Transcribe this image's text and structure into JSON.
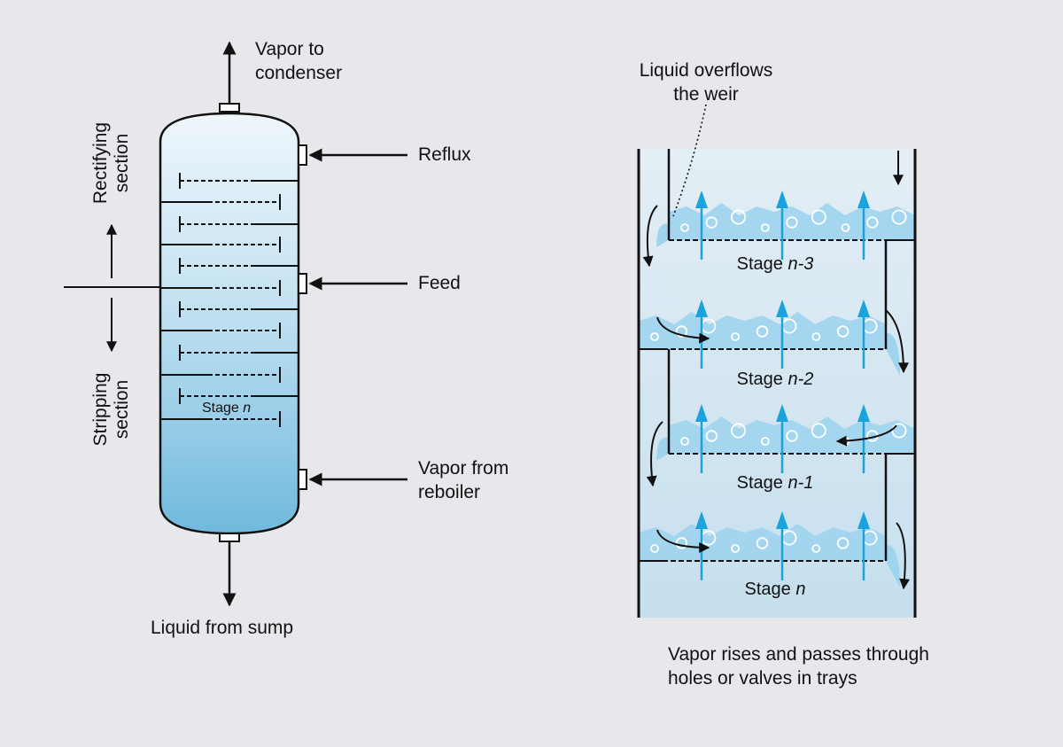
{
  "left": {
    "vapor_to_condenser": "Vapor to\ncondenser",
    "reflux": "Reflux",
    "feed": "Feed",
    "vapor_from_reboiler": "Vapor from\nreboiler",
    "liquid_from_sump": "Liquid from sump",
    "rectifying_section": "Rectifying\nsection",
    "stripping_section": "Stripping\nsection",
    "stage_label": "Stage",
    "stage_suffix": "n"
  },
  "right": {
    "weir_note": "Liquid overflows\nthe weir",
    "stages": [
      {
        "prefix": "Stage",
        "suffix": "n-3"
      },
      {
        "prefix": "Stage",
        "suffix": "n-2"
      },
      {
        "prefix": "Stage",
        "suffix": "n-1"
      },
      {
        "prefix": "Stage",
        "suffix": "n"
      }
    ],
    "caption": "Vapor rises and passes through\nholes or valves in trays"
  },
  "colors": {
    "background": "#e6e8ec",
    "column_top": "#eaf4fa",
    "column_bottom": "#6fb9dd",
    "tray_liquid": "#9fd4ee",
    "vapor_arrow": "#1aa3dc",
    "line": "#111111"
  }
}
